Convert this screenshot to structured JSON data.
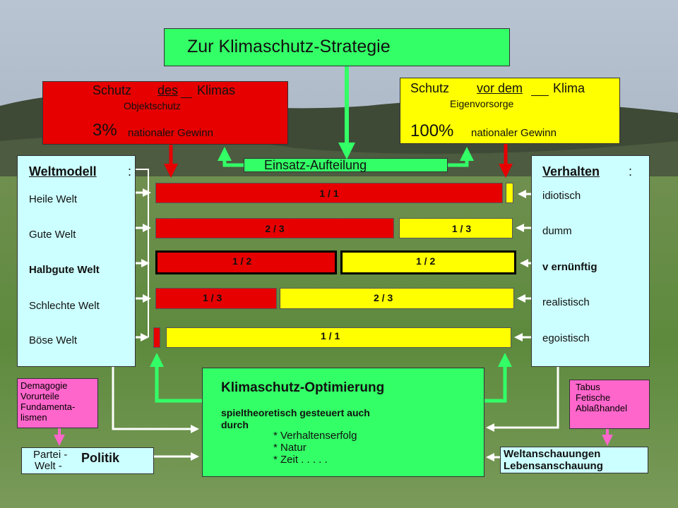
{
  "title": "Zur Klimaschutz-Strategie",
  "left_top": {
    "schutz": "Schutz",
    "des": "des",
    "klimas": "Klimas",
    "sub": "Objektschutz",
    "percent": "3%",
    "gain": "nationaler Gewinn"
  },
  "right_top": {
    "schutz": "Schutz",
    "vor_dem": "vor dem",
    "klima": "Klima",
    "sub": "Eigenvorsorge",
    "percent": "100%",
    "gain": "nationaler Gewinn"
  },
  "einsatz": "Einsatz-Aufteilung",
  "weltmodell": {
    "heading": "Weltmodell",
    "colon": ":",
    "items": [
      "Heile Welt",
      "Gute Welt",
      "Halbgute Welt",
      "Schlechte Welt",
      "Böse Welt"
    ]
  },
  "verhalten": {
    "heading": "Verhalten",
    "colon": ":",
    "items": [
      "idiotisch",
      "dumm",
      "v ernünftig",
      "realistisch",
      "egoistisch"
    ]
  },
  "bars": [
    {
      "red_label": "1 / 1",
      "yellow_label": ""
    },
    {
      "red_label": "2 / 3",
      "yellow_label": "1 / 3"
    },
    {
      "red_label": "1 / 2",
      "yellow_label": "1 / 2"
    },
    {
      "red_label": "1 / 3",
      "yellow_label": "2 / 3"
    },
    {
      "red_label": "",
      "yellow_label": "1 / 1"
    }
  ],
  "center": {
    "title": "Klimaschutz-Optimierung",
    "desc1": "spieltheoretisch gesteuert auch",
    "desc2": "durch",
    "items": [
      "* Verhaltenserfolg",
      "* Natur",
      "* Zeit . . . . ."
    ]
  },
  "demagogie": [
    "Demagogie",
    "Vorurteile",
    "Fundamenta-",
    "lismen"
  ],
  "tabus": [
    "Tabus",
    "Fetische",
    "Ablaßhandel"
  ],
  "partei": {
    "line1": "Partei -",
    "line2": "Welt -",
    "politik": "Politik"
  },
  "weltanschauungen": {
    "line1": "Weltanschauungen",
    "line2": "Lebensanschauung"
  },
  "colors": {
    "red": "#e60000",
    "yellow": "#ffff00",
    "green": "#33ff66",
    "cyan": "#ccffff",
    "pink": "#ff66cc"
  }
}
